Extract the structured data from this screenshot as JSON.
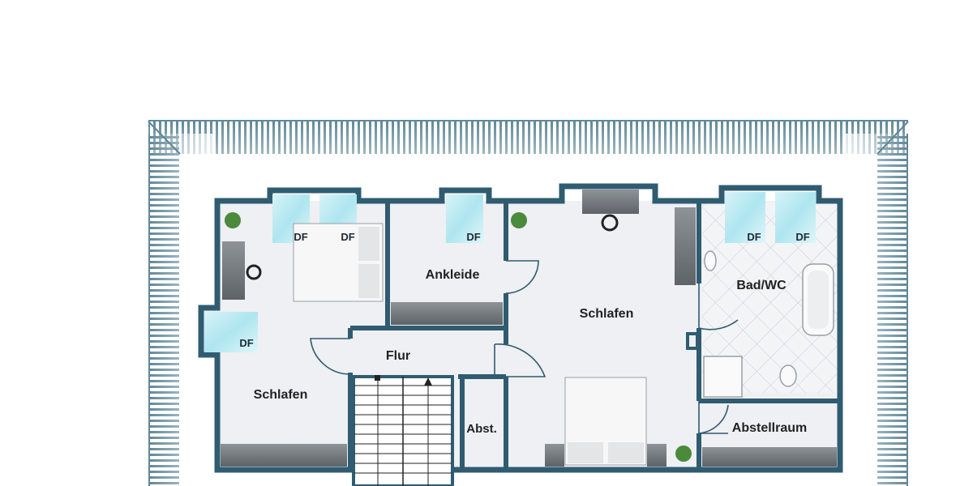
{
  "floorplan": {
    "rooms": [
      {
        "id": "schlafen-left",
        "label": "Schlafen"
      },
      {
        "id": "ankleide",
        "label": "Ankleide"
      },
      {
        "id": "schlafen-center",
        "label": "Schlafen"
      },
      {
        "id": "bad-wc",
        "label": "Bad/WC"
      },
      {
        "id": "flur",
        "label": "Flur"
      },
      {
        "id": "abst",
        "label": "Abst."
      },
      {
        "id": "abstellraum",
        "label": "Abstellraum"
      }
    ],
    "skylight_label": "DF",
    "colors": {
      "wall": "#2f5c70",
      "floor": "#eef0f3",
      "roof_hatch": "#5f8797",
      "skylight": "#bfeaf2",
      "tile_grid": "#c9cdd2"
    }
  }
}
